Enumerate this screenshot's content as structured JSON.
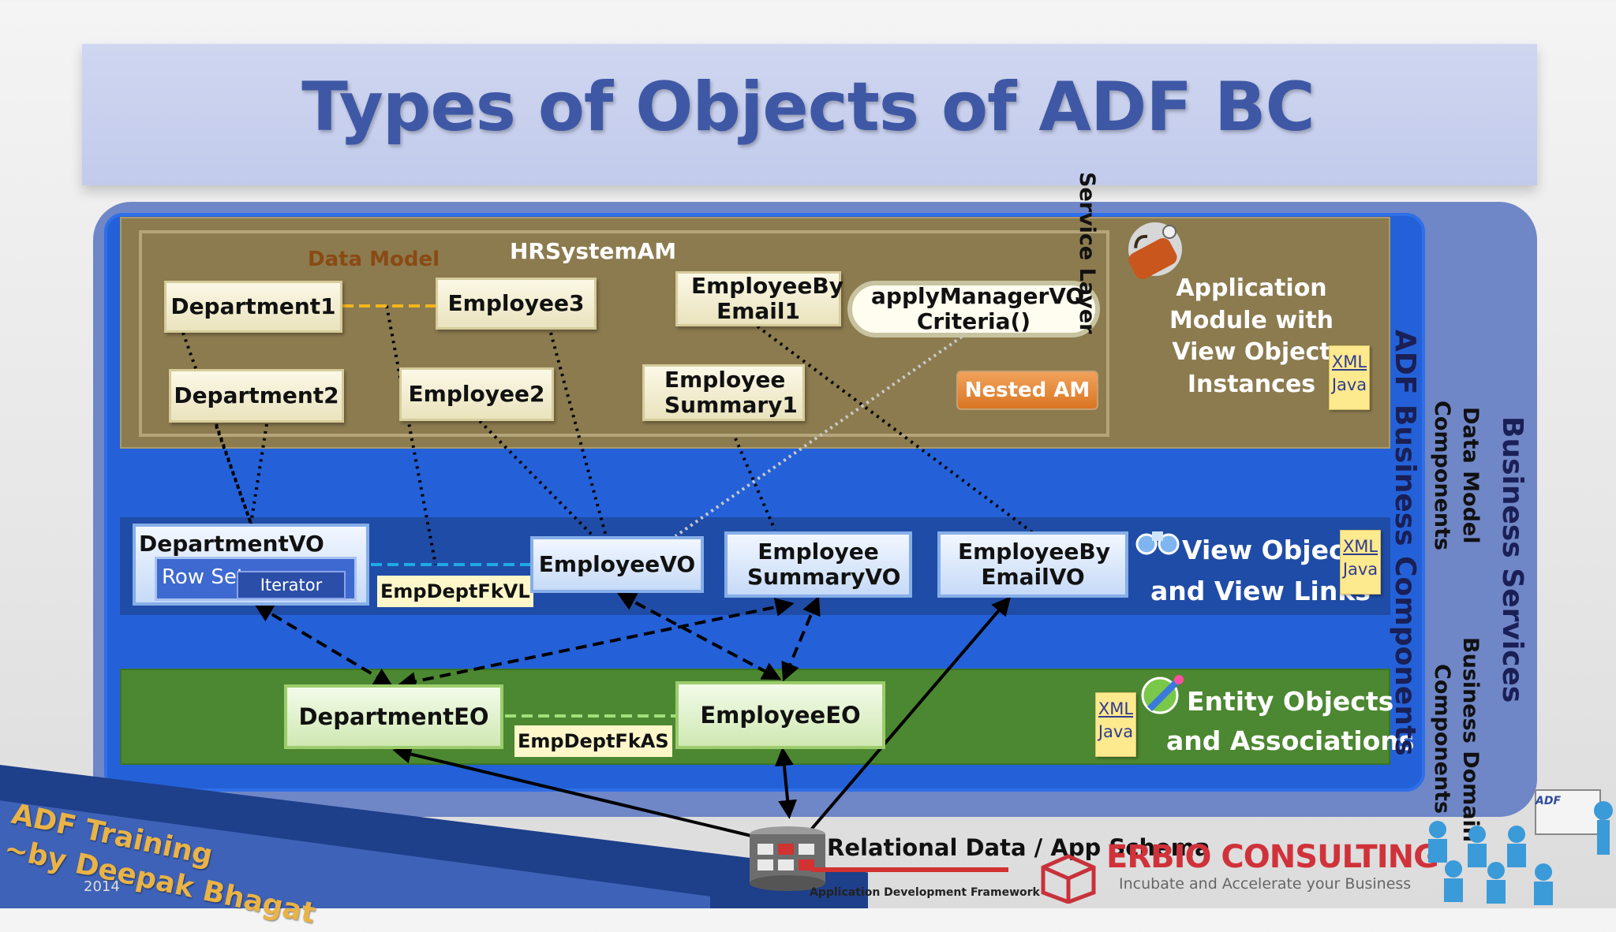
{
  "slide": {
    "title": "Types of Objects of ADF BC"
  },
  "application_module": {
    "data_model_label": "Data Model",
    "am_name": "HRSystemAM",
    "instances": [
      "Department1",
      "Employee3",
      "EmployeeBy Email1",
      "Department2",
      "Employee2",
      "Employee Summary1"
    ],
    "method": "applyManagerVO Criteria()",
    "nested_am": "Nested AM",
    "description": "Application Module with View Object Instances",
    "service_layer": "Service Layer"
  },
  "view_layer": {
    "department_vo": "DepartmentVO",
    "row_set": "Row Set",
    "iterator": "Iterator",
    "view_link": "EmpDeptFkVL",
    "employee_vo": "EmployeeVO",
    "employee_summary_vo": "Employee SummaryVO",
    "employee_by_email_vo": "EmployeeBy EmailVO",
    "description_1": "View Objects",
    "description_2": "and View Links"
  },
  "entity_layer": {
    "department_eo": "DepartmentEO",
    "employee_eo": "EmployeeEO",
    "association": "EmpDeptFkAS",
    "description_1": "Entity Objects",
    "description_2": "and Associations"
  },
  "file_badge": {
    "xml": "XML",
    "java": "Java"
  },
  "side_labels": {
    "adf_bc": "ADF Business Components",
    "data_model_components_1": "Data Model",
    "data_model_components_2": "Components",
    "business_domain_components_1": "Business Domain",
    "business_domain_components_2": "Components",
    "business_services": "Business Services"
  },
  "database": {
    "label": "Relational Data / App Schema"
  },
  "footer": {
    "credit_line_1": "ADF Training",
    "credit_line_2": "~by Deepak Bhagat",
    "year": "2014",
    "company": "ERBIO CONSULTING",
    "tagline": "Incubate and Accelerate your Business",
    "oracle_sub": "Application Development Framework",
    "adf_mini": "ADF"
  },
  "colors": {
    "title": "#3f58a5",
    "adf_bc_band": "#2461d8",
    "am_band": "#8c7b4f",
    "eo_band": "#4c8731",
    "orange_dash": "#f4b41c",
    "cyan_dash": "#1fa9e6",
    "green_dash": "#9fe07a"
  }
}
